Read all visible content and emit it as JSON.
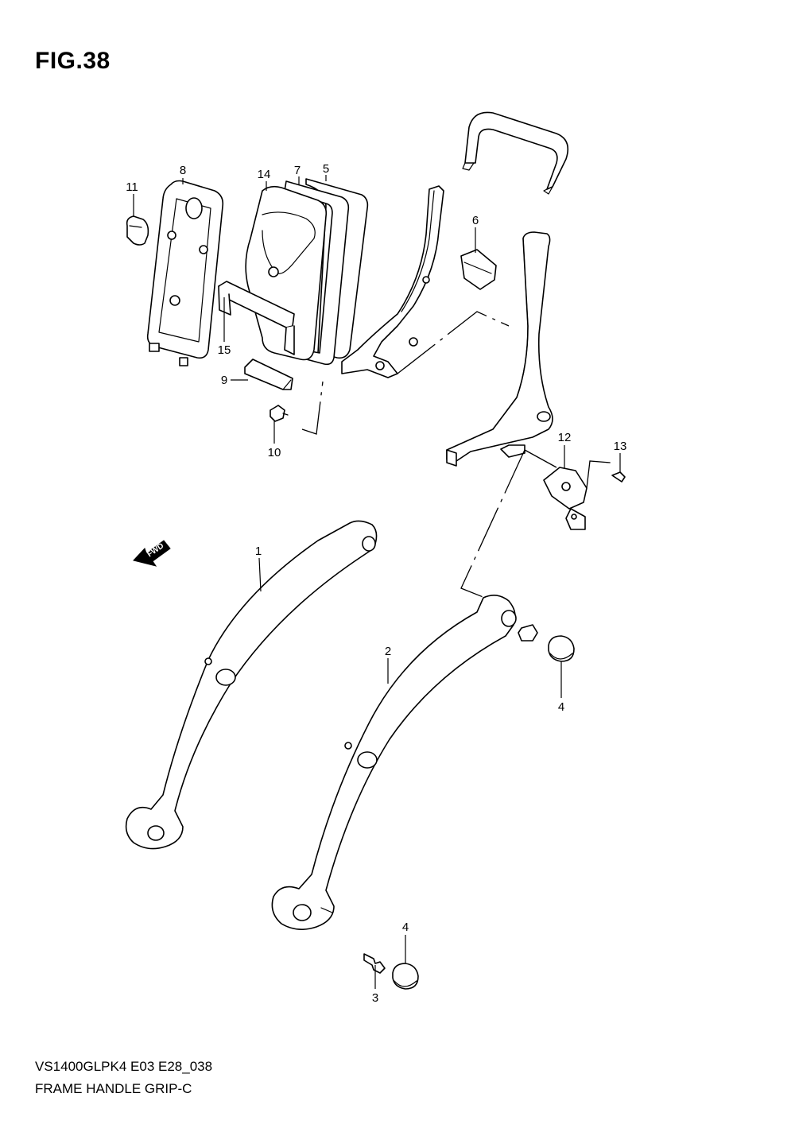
{
  "figure_title": "FIG.38",
  "footer": {
    "model_code": "VS1400GLPK4 E03 E28_038",
    "assembly_name": "FRAME HANDLE GRIP-C"
  },
  "fwd_label": "FWD",
  "callouts": {
    "c1": "1",
    "c2": "2",
    "c3": "3",
    "c4a": "4",
    "c4b": "4",
    "c5": "5",
    "c6": "6",
    "c7": "7",
    "c8": "8",
    "c9": "9",
    "c10": "10",
    "c11": "11",
    "c12": "12",
    "c13": "13",
    "c14": "14",
    "c15": "15"
  }
}
